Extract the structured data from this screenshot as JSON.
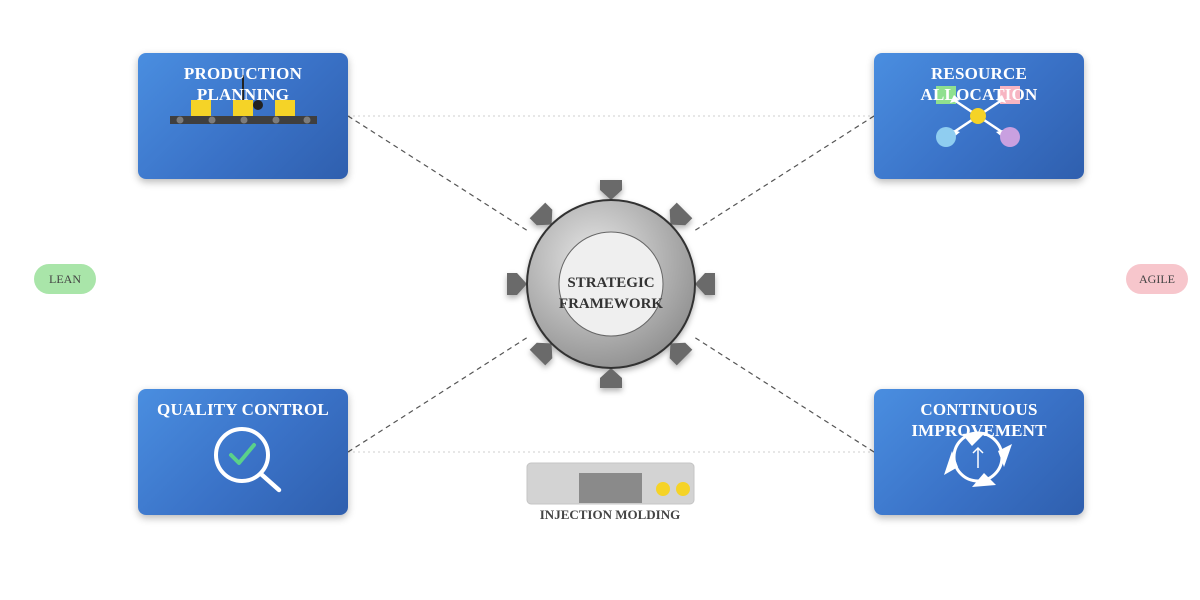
{
  "center": {
    "label": "STRATEGIC FRAMEWORK"
  },
  "cards": {
    "production_planning": {
      "title": "PRODUCTION PLANNING",
      "icon": "conveyor-belt-icon"
    },
    "resource_allocation": {
      "title": "RESOURCE ALLOCATION",
      "icon": "distribution-network-icon"
    },
    "quality_control": {
      "title": "QUALITY CONTROL",
      "icon": "magnifier-check-icon"
    },
    "continuous_improvement": {
      "title": "CONTINUOUS IMPROVEMENT",
      "icon": "cycle-arrow-icon"
    }
  },
  "side_labels": {
    "left": "LEAN",
    "right": "AGILE"
  },
  "machine": {
    "label": "INJECTION MOLDING",
    "icon": "injection-molding-machine-icon"
  },
  "colors": {
    "card_gradient_start": "#4a8ee0",
    "card_gradient_end": "#2f5fae",
    "gear": "#9a9a9a",
    "lean": "#a9e5a9",
    "agile": "#f7c6cc",
    "accent_yellow": "#f5d327"
  }
}
